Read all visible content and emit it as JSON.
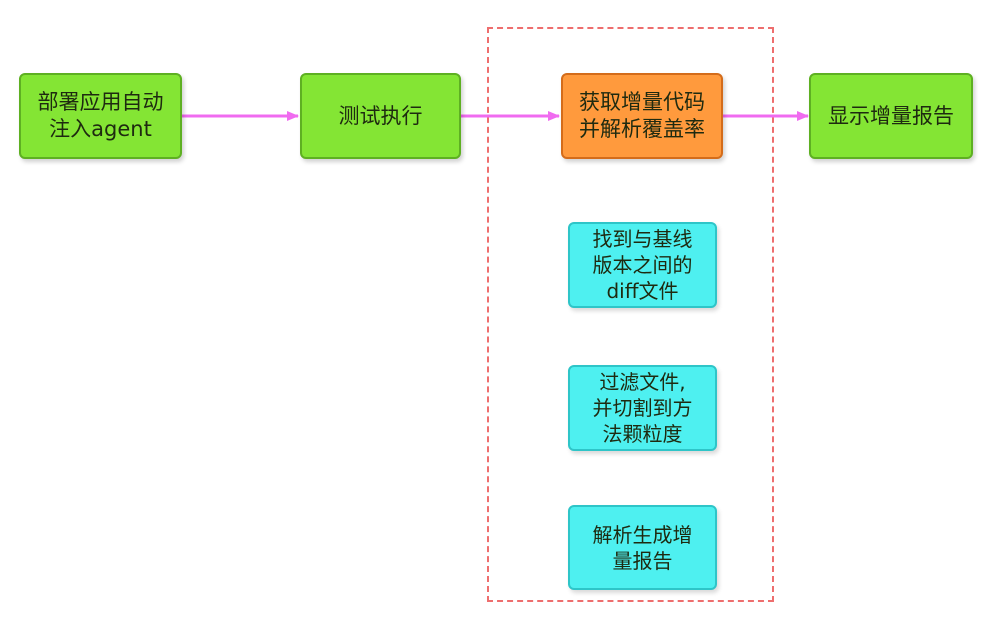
{
  "diagram": {
    "nodes": {
      "deploy_agent": "部署应用自动\n注入agent",
      "run_tests": "测试执行",
      "get_incremental": "获取增量代码\n并解析覆盖率",
      "show_report": "显示增量报告",
      "find_diff": "找到与基线\n版本之间的\ndiff文件",
      "filter_split": "过滤文件,\n并切割到方\n法颗粒度",
      "generate_report": "解析生成增\n量报告"
    },
    "edges": [
      {
        "from": "deploy_agent",
        "to": "run_tests"
      },
      {
        "from": "run_tests",
        "to": "get_incremental"
      },
      {
        "from": "get_incremental",
        "to": "show_report"
      }
    ],
    "colors": {
      "main_step": "#84e534",
      "highlight_step": "#ff9a3d",
      "sub_step": "#4ef0f0",
      "arrow": "#f06bf0",
      "group_border": "#ee6e6e"
    }
  }
}
